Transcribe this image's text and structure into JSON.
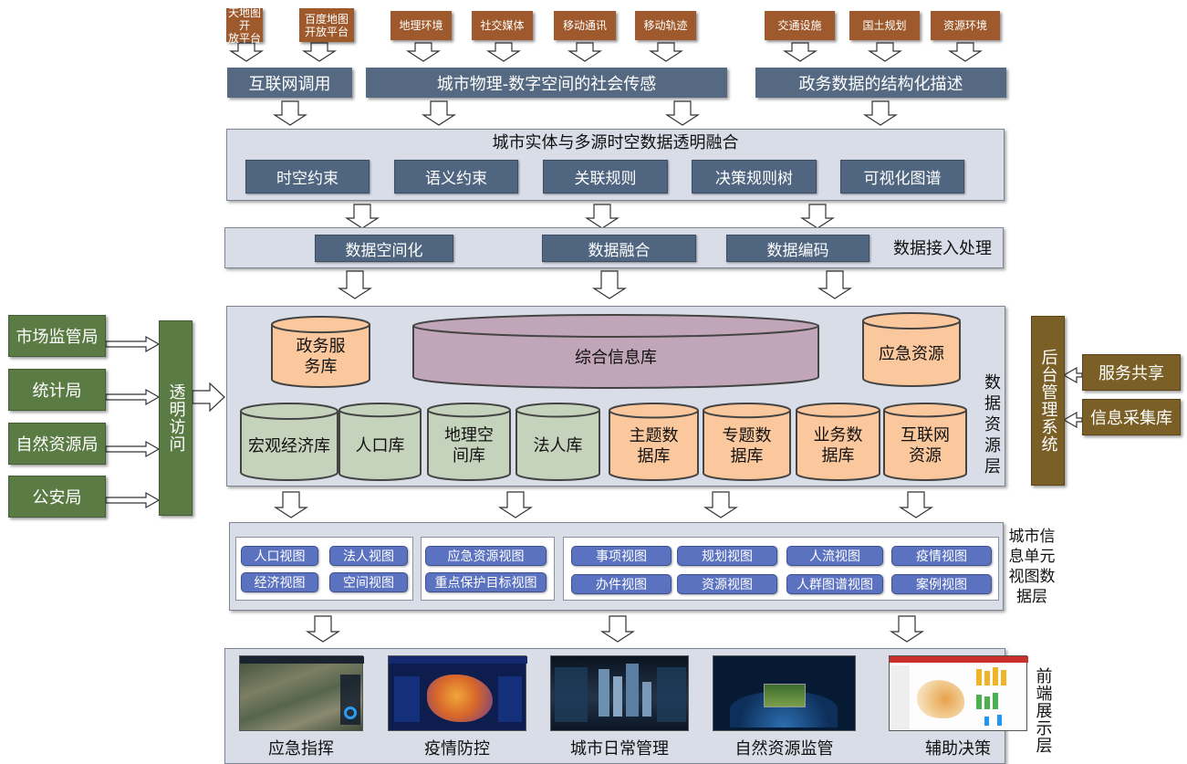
{
  "sources": {
    "internet": [
      "天地图开\n放平台",
      "百度地图\n开放平台"
    ],
    "social": [
      "地理环境",
      "社交媒体",
      "移动通讯",
      "移动轨迹"
    ],
    "gov": [
      "交通设施",
      "国土规划",
      "资源环境"
    ]
  },
  "bars": {
    "internet_call": "互联网调用",
    "social_sensing": "城市物理-数字空间的社会传感",
    "gov_structured": "政务数据的结构化描述"
  },
  "fusion": {
    "title": "城市实体与多源时空数据透明融合",
    "items": [
      "时空约束",
      "语义约束",
      "关联规则",
      "决策规则树",
      "可视化图谱"
    ]
  },
  "ingest": {
    "items": [
      "数据空间化",
      "数据融合",
      "数据编码"
    ],
    "label": "数据接入处理"
  },
  "resource_layer": {
    "label": "数据\n资源\n层",
    "top_dbs": [
      "政务服\n务库",
      "综合信息库",
      "应急资源"
    ],
    "green_dbs": [
      "宏观经济库",
      "人口库",
      "地理空\n间库",
      "法人库"
    ],
    "orange_dbs": [
      "主题数\n据库",
      "专题数\n据库",
      "业务数\n据库",
      "互联网\n资源"
    ]
  },
  "agencies": [
    "市场监管局",
    "统计局",
    "自然资源局",
    "公安局"
  ],
  "transparent_access": "透明访问",
  "backend": {
    "system": "后台管理系统",
    "services": [
      "服务共享",
      "信息采集库"
    ]
  },
  "view_layer": {
    "label": "城市信\n息单元\n视图数\n据层",
    "group1": [
      "人口视图",
      "法人视图",
      "经济视图",
      "空间视图"
    ],
    "group2": [
      "应急资源视图",
      "重点保护目标视图"
    ],
    "group3": [
      "事项视图",
      "规划视图",
      "人流视图",
      "疫情视图",
      "办件视图",
      "资源视图",
      "人群图谱视图",
      "案例视图"
    ]
  },
  "frontend": {
    "label": "前端展示层",
    "screens": [
      "应急指挥",
      "疫情防控",
      "城市日常管理",
      "自然资源监管",
      "辅助决策"
    ]
  },
  "colors": {
    "source_box": "#9e5a2c",
    "bar": "#556a82",
    "panel": "#d9dde8",
    "agency": "#5b7b44",
    "backend": "#7a5f26",
    "view_button": "#5b72c0",
    "db_orange": "#fbc79c",
    "db_green": "#c5d3bd",
    "db_purple": "#c1a5b8"
  }
}
